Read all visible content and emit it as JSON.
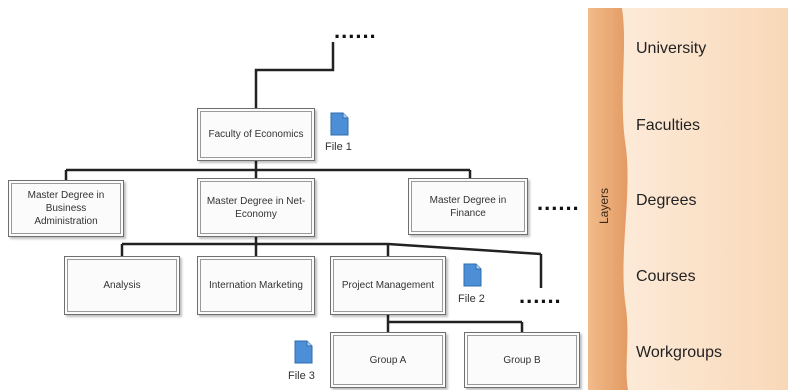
{
  "nodes": {
    "faculty": "Faculty of Economics",
    "mba": "Master Degree in Business Administration",
    "net_economy": "Master Degree in Net-Economy",
    "finance": "Master Degree in Finance",
    "analysis": "Analysis",
    "intl_marketing": "Internation Marketing",
    "project_mgmt": "Project Management",
    "group_a": "Group A",
    "group_b": "Group B"
  },
  "files": {
    "file1": "File 1",
    "file2": "File 2",
    "file3": "File 3"
  },
  "ellipsis": "......",
  "layers": {
    "title": "Layers",
    "items": [
      "University",
      "Faculties",
      "Degrees",
      "Courses",
      "Workgroups"
    ]
  },
  "colors": {
    "panel_light": "#fbe3cc",
    "panel_dark": "#e9a470",
    "file_icon": "#4c8fd6",
    "connector": "#222222"
  },
  "icons": {
    "file": "document-icon"
  }
}
